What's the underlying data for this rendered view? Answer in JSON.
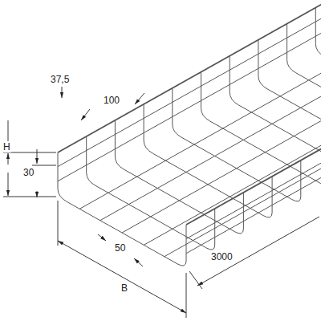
{
  "diagram": {
    "labels": [
      "37,5",
      "100",
      "H",
      "30",
      "50",
      "3000",
      "B"
    ]
  }
}
